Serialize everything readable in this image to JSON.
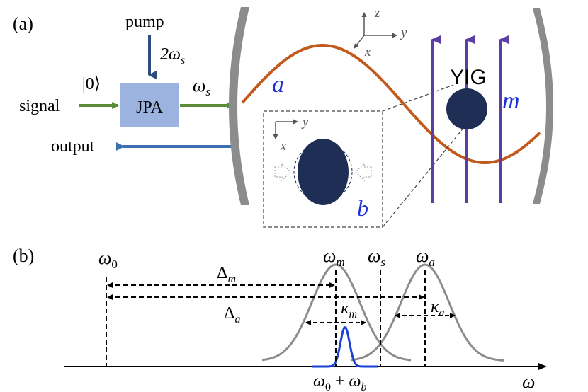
{
  "panel_a": {
    "label": "(a)",
    "pump_label": "pump",
    "pump_freq": "2ω",
    "pump_freq_sub": "s",
    "vacuum_state": "|0⟩",
    "signal_label": "signal",
    "jpa_label": "JPA",
    "signal_freq": "ω",
    "signal_freq_sub": "s",
    "output_label": "output",
    "cavity_mode": "a",
    "magnon_mode": "m",
    "yig_label": "YIG",
    "phonon_mode": "b",
    "axes_main": {
      "z": "z",
      "y": "y",
      "x": "x"
    },
    "axes_inset": {
      "y": "y",
      "x": "x"
    },
    "colors": {
      "jpa_box": "#9bb3de",
      "green_arrow": "#5b8c3a",
      "blue_arrow": "#3a70b0",
      "pump_arrow": "#2e4d7e",
      "mirror": "#8c8c8c",
      "wave": "#c25a1e",
      "field_lines": "#5a3ea6",
      "sphere": "#1e2e55",
      "mode_text": "#1b2fd6"
    }
  },
  "panel_b": {
    "label": "(b)",
    "omega_0": "ω",
    "omega_0_sub": "0",
    "omega_m": "ω",
    "omega_m_sub": "m",
    "omega_s": "ω",
    "omega_s_sub": "s",
    "omega_a": "ω",
    "omega_a_sub": "a",
    "delta_m": "Δ",
    "delta_m_sub": "m",
    "delta_a": "Δ",
    "delta_a_sub": "a",
    "kappa_m": "κ",
    "kappa_m_sub": "m",
    "kappa_a": "κ",
    "kappa_a_sub": "a",
    "omega_axis": "ω",
    "sum_label_a": "ω",
    "sum_label_a_sub": "0",
    "sum_label_plus": " + ",
    "sum_label_b": "ω",
    "sum_label_b_sub": "b",
    "colors": {
      "lorentzian": "#8c8c8c",
      "phonon_peak": "#1a3fd6",
      "axis": "#000000"
    }
  }
}
